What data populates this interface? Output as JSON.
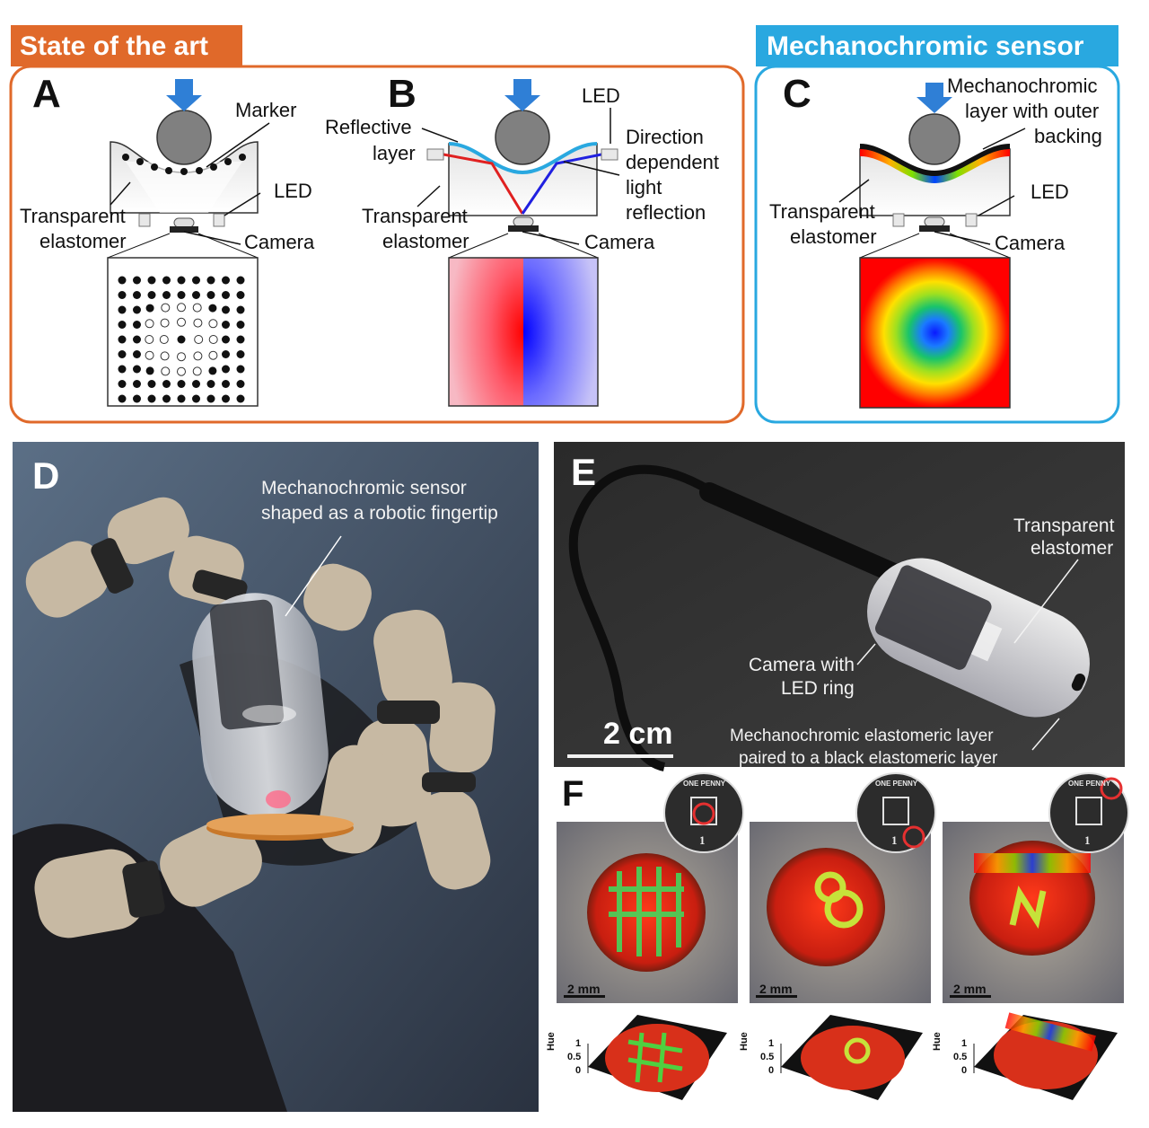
{
  "sections": {
    "state_of_the_art": "State of the art",
    "mechanochromic_sensor": "Mechanochromic sensor"
  },
  "panels": {
    "A": {
      "letter": "A",
      "marker": "Marker",
      "led": "LED",
      "transparent_1": "Transparent",
      "transparent_2": "elastomer",
      "camera": "Camera"
    },
    "B": {
      "letter": "B",
      "reflective_1": "Reflective",
      "reflective_2": "layer",
      "led": "LED",
      "direction_1": "Direction",
      "direction_2": "dependent",
      "direction_3": "light",
      "direction_4": "reflection",
      "transparent_1": "Transparent",
      "transparent_2": "elastomer",
      "camera": "Camera"
    },
    "C": {
      "letter": "C",
      "layer_1": "Mechanochromic",
      "layer_2": "layer with outer",
      "layer_3": "backing",
      "led": "LED",
      "transparent_1": "Transparent",
      "transparent_2": "elastomer",
      "camera": "Camera"
    },
    "D": {
      "letter": "D",
      "caption_1": "Mechanochromic sensor",
      "caption_2": "shaped as a robotic fingertip"
    },
    "E": {
      "letter": "E",
      "transparent_1": "Transparent",
      "transparent_2": "elastomer",
      "camera_1": "Camera with",
      "camera_2": "LED ring",
      "scale": "2 cm",
      "layer_1": "Mechanochromic elastomeric layer",
      "layer_2": "paired to a black elastomeric layer"
    },
    "F": {
      "letter": "F",
      "coin_text": "ONE PENNY",
      "coin_value": "1",
      "scale": "2 mm",
      "hue_label": "Hue",
      "hue_ticks": [
        "1",
        "0.5",
        "0"
      ]
    }
  },
  "colors": {
    "orange": "#e0692a",
    "blue": "#29a8e0"
  }
}
